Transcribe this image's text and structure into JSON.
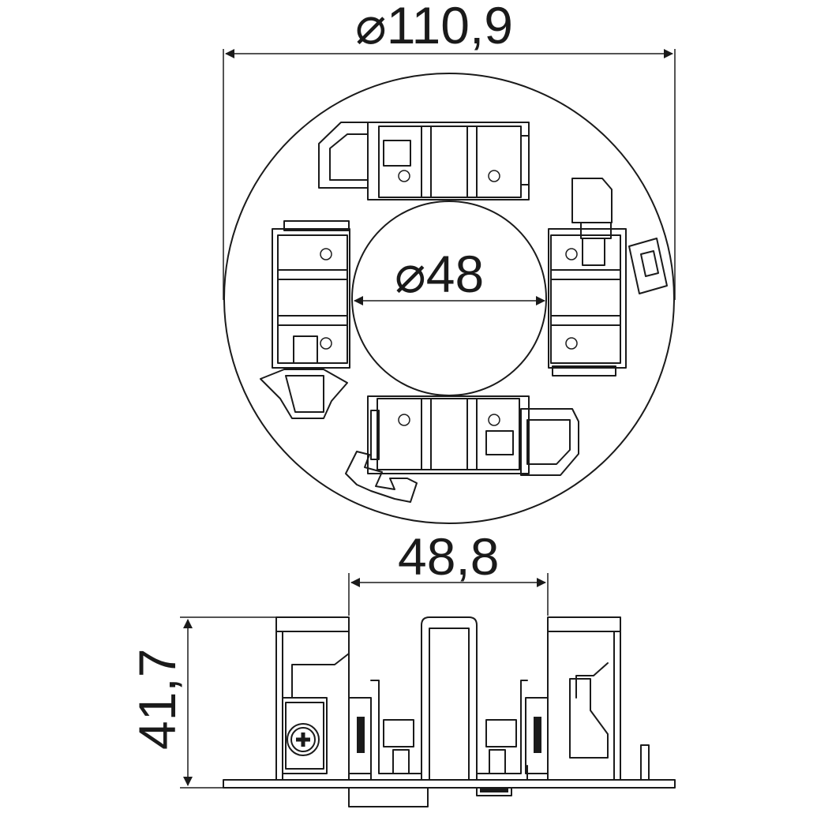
{
  "top_view": {
    "outer_diameter_label": "⌀110,9",
    "inner_diameter_label": "⌀48"
  },
  "side_view": {
    "width_label": "48,8",
    "height_label": "41,7"
  }
}
